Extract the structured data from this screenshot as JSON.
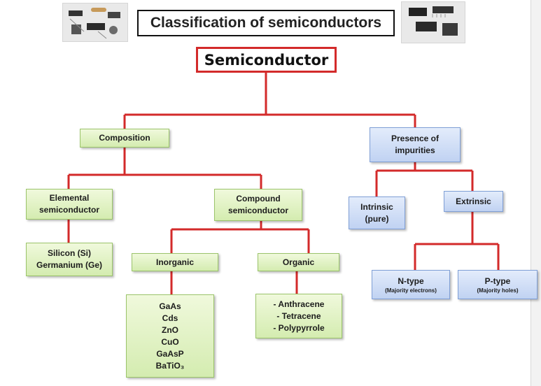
{
  "title": "Classification of semiconductors",
  "root": "Semiconductor",
  "colors": {
    "connector": "#d32a2a",
    "green_fill": "#d4ecb0",
    "blue_fill": "#c0d2f2"
  },
  "nodes": {
    "composition": "Composition",
    "impurities": "Presence of impurities",
    "elemental": "Elemental semiconductor",
    "compound": "Compound semiconductor",
    "elemental_examples": [
      "Silicon (Si)",
      "Germanium (Ge)"
    ],
    "inorganic": "Inorganic",
    "organic": "Organic",
    "inorganic_examples": [
      "GaAs",
      "Cds",
      "ZnO",
      "CuO",
      "GaAsP",
      "BaTiO₃"
    ],
    "organic_examples": [
      "- Anthracene",
      "- Tetracene",
      "- Polypyrrole"
    ],
    "intrinsic": "Intrinsic (pure)",
    "extrinsic": "Extrinsic",
    "ntype": {
      "label": "N-type",
      "sub": "(Majority electrons)"
    },
    "ptype": {
      "label": "P-type",
      "sub": "(Majority holes)"
    }
  }
}
